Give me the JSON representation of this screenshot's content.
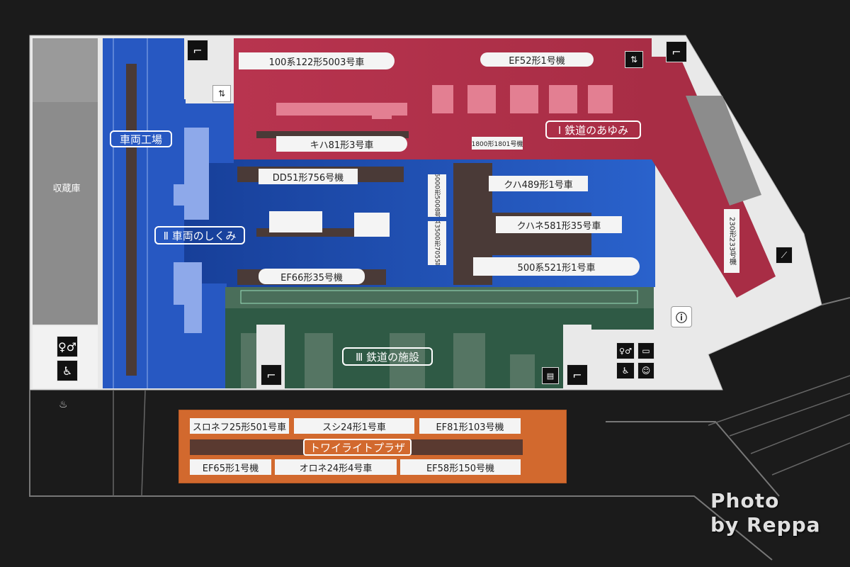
{
  "zones": {
    "zone1": "Ⅰ 鉄道のあゆみ",
    "zone2": "Ⅱ 車両のしくみ",
    "zone3": "Ⅲ 鉄道の施設",
    "workshop": "車両工場",
    "storage": "収蔵庫",
    "plaza": "トワイライトプラザ"
  },
  "exhibits": {
    "s100": "100系122形5003号車",
    "ef52": "EF52形1号機",
    "kiha81": "キハ81形3号車",
    "d1800": "1800形1801号機",
    "dd51": "DD51形756号機",
    "kuha489": "クハ489形1号車",
    "kuhane581": "クハネ581形35号車",
    "s500": "500系521形1号車",
    "ef66": "EF66形35号機",
    "d230": "230形233号機",
    "yo5000": "ヨ5000形5008号車",
    "wamu3500": "ワム3500形7055号車"
  },
  "plaza_cars": {
    "top": [
      "スロネフ25形501号車",
      "スシ24形1号車",
      "EF81形103号機"
    ],
    "bottom": [
      "EF65形1号機",
      "オロネ24形4号車",
      "EF58形150号機"
    ]
  },
  "icons": {
    "stairs": "stairs-icon",
    "elevator": "elevator-icon",
    "restroom": "restroom-icon",
    "accessible": "accessible-restroom-icon",
    "info": "information-icon",
    "escalator": "escalator-icon",
    "smoking": "smoking-area-icon",
    "locker": "coin-locker-icon",
    "baby": "baby-care-icon",
    "vending": "vending-machine-icon"
  },
  "watermark": [
    "Photo",
    "by Reppa"
  ],
  "colors": {
    "background": "#1b1b1b",
    "zone1": "#b8344f",
    "zone2": "#1f4fb4",
    "zone3": "#2f5a45",
    "plaza": "#d2692e",
    "floor": "#e9e9e9",
    "storage": "#8c8c8c",
    "train": "#4a3a37"
  }
}
